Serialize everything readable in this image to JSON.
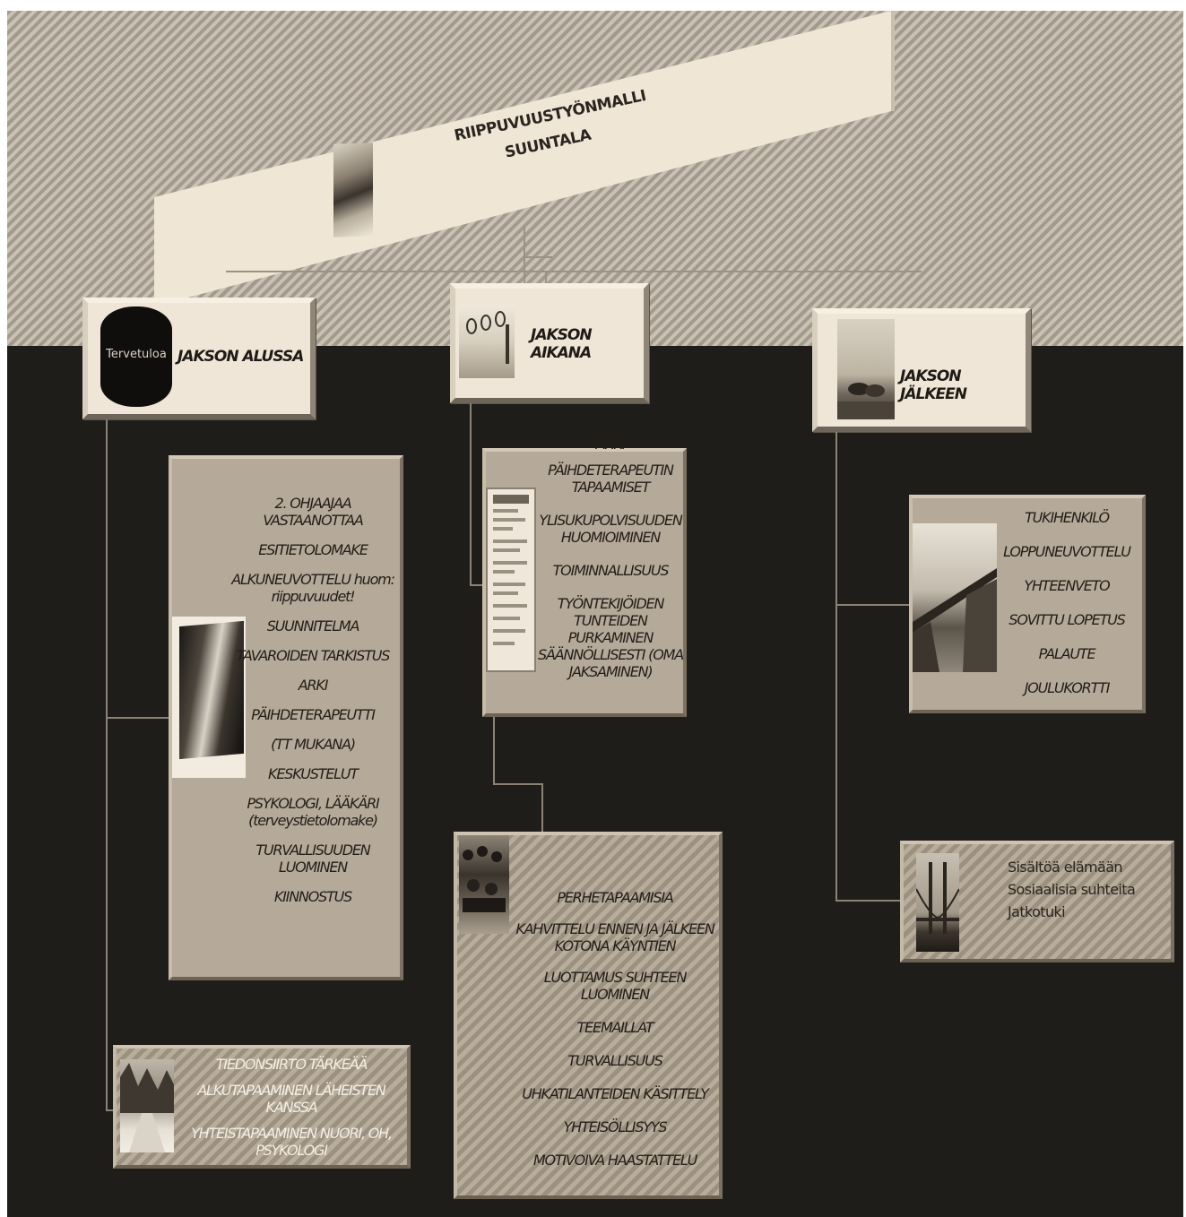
{
  "title": {
    "line1": "RIIPPUVUUSTYÖNMALLI",
    "line2": "SUUNTALA"
  },
  "phases": [
    {
      "label": "JAKSON ALUSSA",
      "badge_text": "Tervetuloa"
    },
    {
      "label": "JAKSON AIKANA"
    },
    {
      "label": "JAKSON  JÄLKEEN"
    }
  ],
  "boxes": {
    "alussa_main": [
      "2. OHJAAJAA VASTAANOTTAA",
      "ESITIETOLOMAKE",
      "ALKUNEUVOTTELU huom: riippuvuudet!",
      "SUUNNITELMA",
      "TAVAROIDEN TARKISTUS",
      "ARKI",
      "PÄIHDETERAPEUTTI",
      "(TT MUKANA)",
      "KESKUSTELUT",
      "PSYKOLOGI, LÄÄKÄRI (terveystietolomake)",
      "TURVALLISUUDEN LUOMINEN",
      "KIINNOSTUS"
    ],
    "alussa_bottom": [
      "TIEDONSIIRTO  TÄRKEÄÄ",
      "ALKUTAPAAMINEN LÄHEISTEN KANSSA",
      "YHTEISTAPAAMINEN NUORI, OH, PSYKOLOGI"
    ],
    "aikana_main": [
      "ARKI",
      "PÄIHDETERAPEUTIN TAPAAMISET",
      "YLISUKUPOLVISUUDEN HUOMIOIMINEN",
      "TOIMINNALLISUUS",
      "TYÖNTEKIJÖIDEN TUNTEIDEN PURKAMINEN SÄÄNNÖLLISESTI (OMA JAKSAMINEN)"
    ],
    "aikana_bottom": [
      "PERHETAPAAMISIA",
      "KAHVITTELU ENNEN JA JÄLKEEN KOTONA KÄYNTIEN",
      "LUOTTAMUS  SUHTEEN LUOMINEN",
      "TEEMAILLAT",
      "TURVALLISUUS",
      "UHKATILANTEIDEN KÄSITTELY",
      "YHTEISÖLLISYYS",
      "MOTIVOIVA HAASTATTELU"
    ],
    "jalkeen_main": [
      "TUKIHENKILÖ",
      "LOPPUNEUVOTTELU",
      "YHTEENVETO",
      "SOVITTU LOPETUS",
      "PALAUTE",
      "JOULUKORTTI"
    ],
    "jalkeen_bottom": [
      "Sisältöä elämään",
      "Sosiaalisia suhteita",
      "Jatkotuki"
    ]
  }
}
